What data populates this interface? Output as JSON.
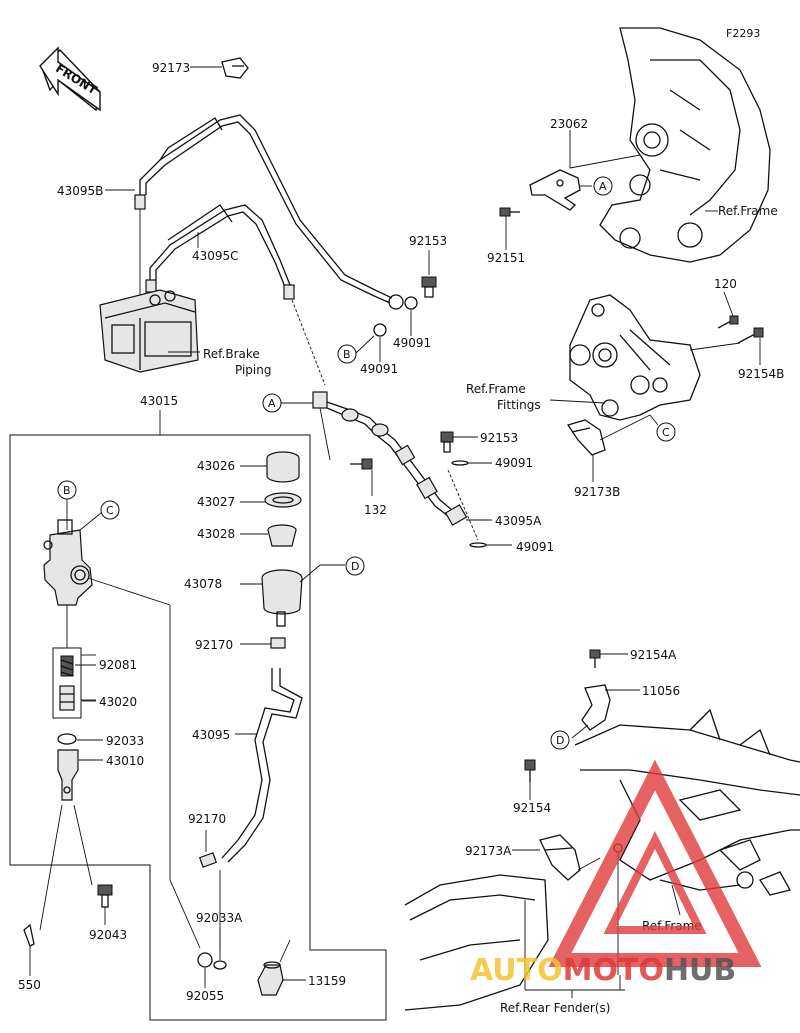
{
  "figure_id": "F2293",
  "front_label": "FRONT",
  "ref_labels": {
    "frame_top": "Ref.Frame",
    "brake_piping_1": "Ref.Brake",
    "brake_piping_2": "Piping",
    "frame_fittings_1": "Ref.Frame",
    "frame_fittings_2": "Fittings",
    "frame_bottom": "Ref.Frame",
    "rear_fender": "Ref.Rear Fender(s)"
  },
  "callouts": {
    "A_1": "A",
    "A_2": "A",
    "B_1": "B",
    "B_2": "B",
    "C_1": "C",
    "C_2": "C",
    "D_1": "D",
    "D_2": "D"
  },
  "part_numbers": {
    "p92173": "92173",
    "p43095B": "43095B",
    "p43095C": "43095C",
    "p23062": "23062",
    "p92151": "92151",
    "p92153_top": "92153",
    "p49091_a": "49091",
    "p49091_b": "49091",
    "p120": "120",
    "p92154B": "92154B",
    "p43015": "43015",
    "p92153_mid": "92153",
    "p49091_c": "49091",
    "p132": "132",
    "p43095A": "43095A",
    "p49091_d": "49091",
    "p92173B": "92173B",
    "p43026": "43026",
    "p43027": "43027",
    "p43028": "43028",
    "p43078": "43078",
    "p92170_a": "92170",
    "p92081": "92081",
    "p43020": "43020",
    "p92033": "92033",
    "p43010": "43010",
    "p43095": "43095",
    "p92170_b": "92170",
    "p92043": "92043",
    "p92033A": "92033A",
    "p550": "550",
    "p92055": "92055",
    "p13159": "13159",
    "p92154A": "92154A",
    "p11056": "11056",
    "p92154": "92154",
    "p92173A": "92173A"
  },
  "watermark": {
    "text_a": "AUTO",
    "text_b": "MOTO",
    "text_c": "HUB",
    "color_a": "#f4c430",
    "color_b": "#e03a3a",
    "color_c": "#555555"
  },
  "colors": {
    "line": "#111111",
    "background": "#ffffff",
    "watermark_red": "#e03a3a"
  }
}
